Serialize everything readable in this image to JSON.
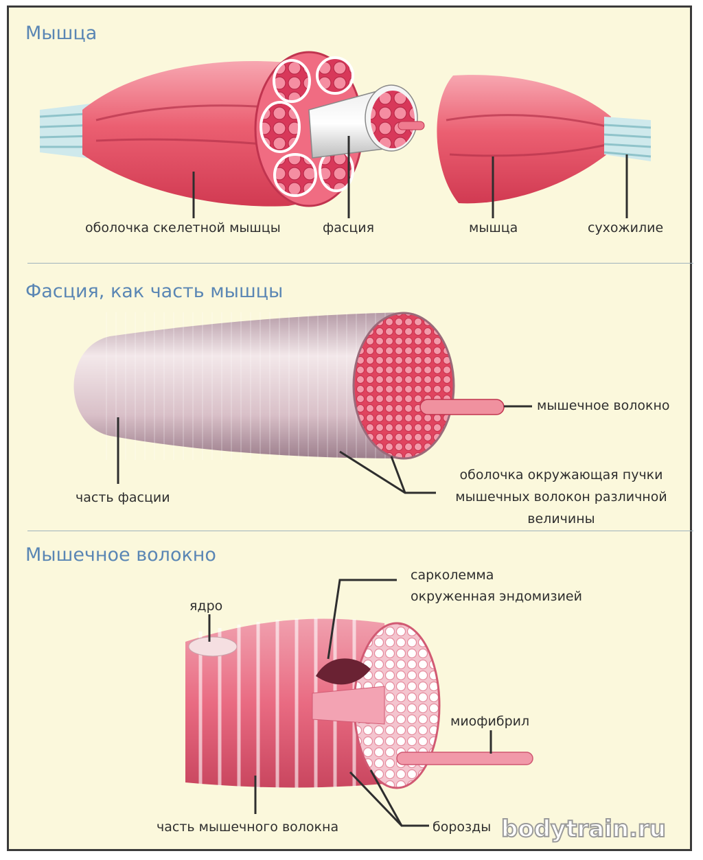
{
  "sections": {
    "muscle": {
      "title": "Мышца",
      "labels": {
        "sheath": "оболочка скелетной мышцы",
        "fascia": "фасция",
        "muscle": "мышца",
        "tendon": "сухожилие"
      }
    },
    "fascia": {
      "title": "Фасция, как часть мышцы",
      "labels": {
        "fiber": "мышечное волокно",
        "part": "часть фасции",
        "bundle_line1": "оболочка окружающая пучки",
        "bundle_line2": "мышечных волокон различной",
        "bundle_line3": "величины"
      }
    },
    "fiber": {
      "title": "Мышечное волокно",
      "labels": {
        "nucleus": "ядро",
        "sarcolemma_line1": "сарколемма",
        "sarcolemma_line2": "окруженная эндомизией",
        "myofibril": "миофибрил",
        "fiber_part": "часть мышечного волокна",
        "grooves": "борозды"
      }
    }
  },
  "watermark": "bodytrain.ru",
  "colors": {
    "background": "#fbf8dc",
    "title": "#5a86b4",
    "muscle": "#e8606f",
    "fascia": "#d9c2c9",
    "tendon": "#bfe0e4"
  }
}
